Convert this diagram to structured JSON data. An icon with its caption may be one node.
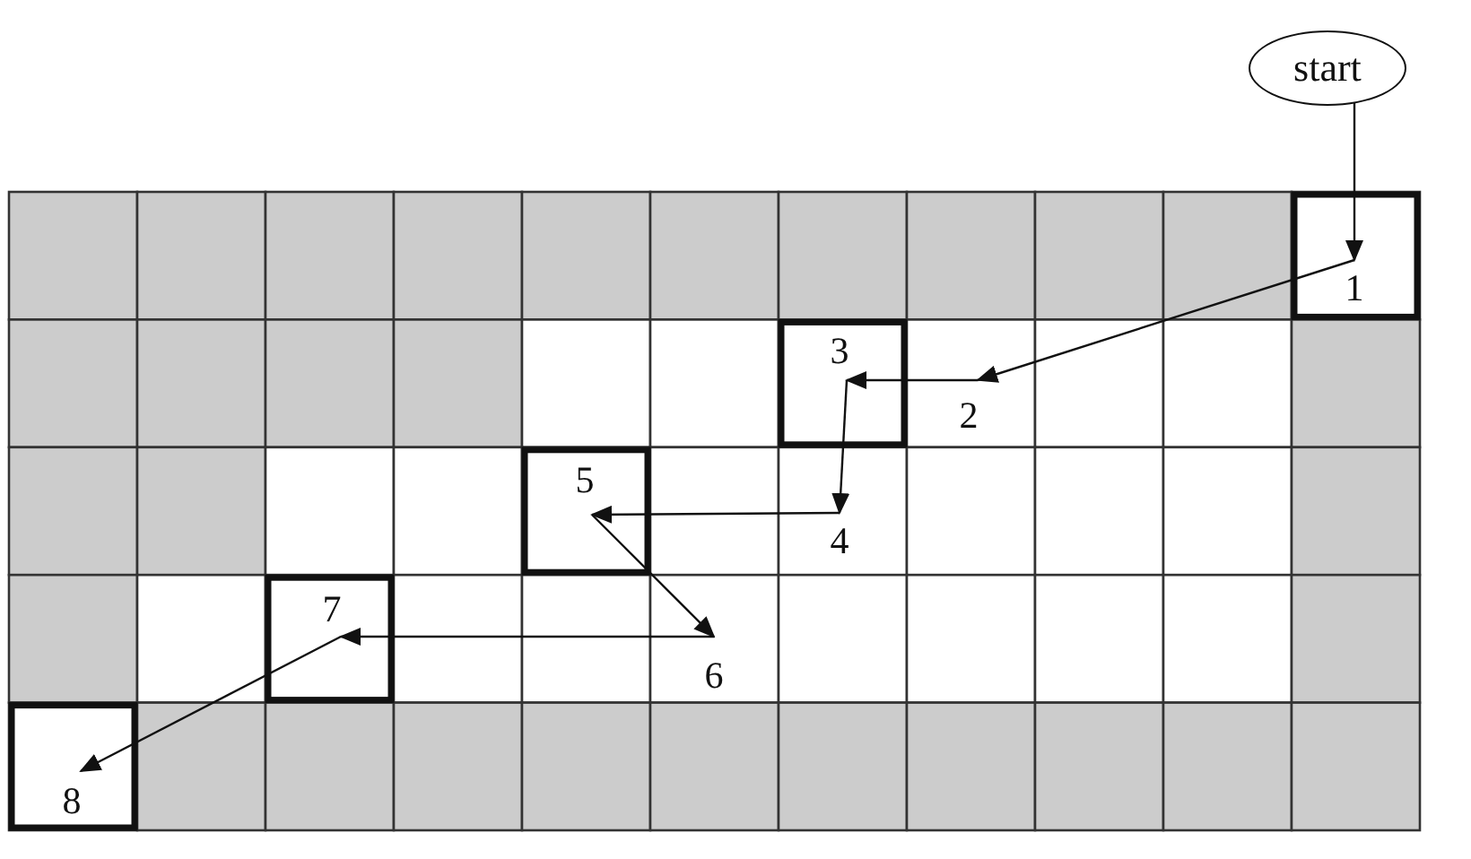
{
  "diagram": {
    "nodes": [
      {
        "text": [
          "start"
        ]
      },
      {
        "text": [
          "1"
        ]
      },
      {
        "text": [
          "2"
        ]
      },
      {
        "text": [
          "3"
        ]
      },
      {
        "text": [
          "4"
        ]
      },
      {
        "text": [
          "5"
        ]
      },
      {
        "text": [
          "6"
        ]
      },
      {
        "text": [
          "7"
        ]
      },
      {
        "text": [
          "8"
        ]
      }
    ],
    "edges": [
      {
        "from": 0,
        "to": 1,
        "arrow": "to"
      },
      {
        "from": 1,
        "to": 2,
        "arrow": "to"
      },
      {
        "from": 2,
        "to": 3,
        "arrow": "to"
      },
      {
        "from": 3,
        "to": 4,
        "arrow": "to"
      },
      {
        "from": 4,
        "to": 5,
        "arrow": "to"
      },
      {
        "from": 5,
        "to": 6,
        "arrow": "to"
      },
      {
        "from": 6,
        "to": 7,
        "arrow": "to"
      },
      {
        "from": 7,
        "to": 8,
        "arrow": "to"
      }
    ]
  }
}
